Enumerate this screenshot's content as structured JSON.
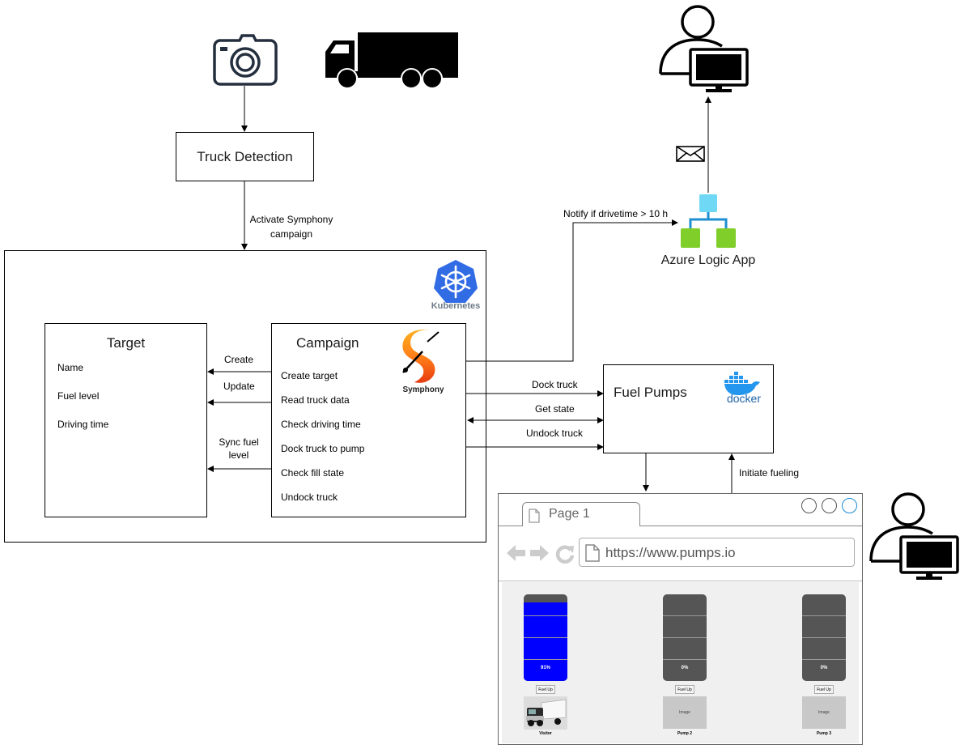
{
  "truck_detection": {
    "label": "Truck Detection"
  },
  "activate_label": {
    "line1": "Activate Symphony",
    "line2": "campaign"
  },
  "kubernetes": {
    "label": "Kubernetes"
  },
  "target": {
    "title": "Target",
    "fields": [
      "Name",
      "Fuel level",
      "Driving time"
    ]
  },
  "campaign": {
    "title": "Campaign",
    "steps": [
      "Create target",
      "Read truck data",
      "Check driving time",
      "Dock truck to pump",
      "Check fill state",
      "Undock truck"
    ]
  },
  "symphony": {
    "label": "Symphony"
  },
  "edge_labels": {
    "create": "Create",
    "update": "Update",
    "sync_line1": "Sync fuel",
    "sync_line2": "level",
    "dock_truck": "Dock truck",
    "get_state": "Get state",
    "undock_truck": "Undock truck",
    "notify": "Notify if drivetime > 10 h",
    "initiate_fueling": "Initiate fueling"
  },
  "fuel_pumps": {
    "label": "Fuel Pumps"
  },
  "docker": {
    "label": "docker"
  },
  "logic_app": {
    "label": "Azure Logic App"
  },
  "browser": {
    "tab_label": "Page 1",
    "url": "https://www.pumps.io",
    "pumps": [
      {
        "percent_label": "91%",
        "fill_fraction": 0.91,
        "button": "Fuel Up",
        "image_label": "",
        "name": "Visitor",
        "has_truck_image": true
      },
      {
        "percent_label": "0%",
        "fill_fraction": 0,
        "button": "Fuel Up",
        "image_label": "Image",
        "name": "Pump 2",
        "has_truck_image": false
      },
      {
        "percent_label": "0%",
        "fill_fraction": 0,
        "button": "Fuel Up",
        "image_label": "Image",
        "name": "Pump 3",
        "has_truck_image": false
      }
    ]
  },
  "colors": {
    "fuel_blue": "#0000ff",
    "tank_gray": "#555555",
    "kubernetes_blue": "#326ce5",
    "logic_app_green": "#7fce2a",
    "logic_app_cyan": "#6ed8f5",
    "docker_blue": "#2496ed"
  },
  "icons": [
    "camera-icon",
    "truck-icon",
    "user-monitor-icon",
    "envelope-icon",
    "kubernetes-icon",
    "symphony-icon",
    "docker-icon",
    "logic-app-icon",
    "page-icon",
    "back-arrow-icon",
    "forward-arrow-icon",
    "reload-icon"
  ]
}
